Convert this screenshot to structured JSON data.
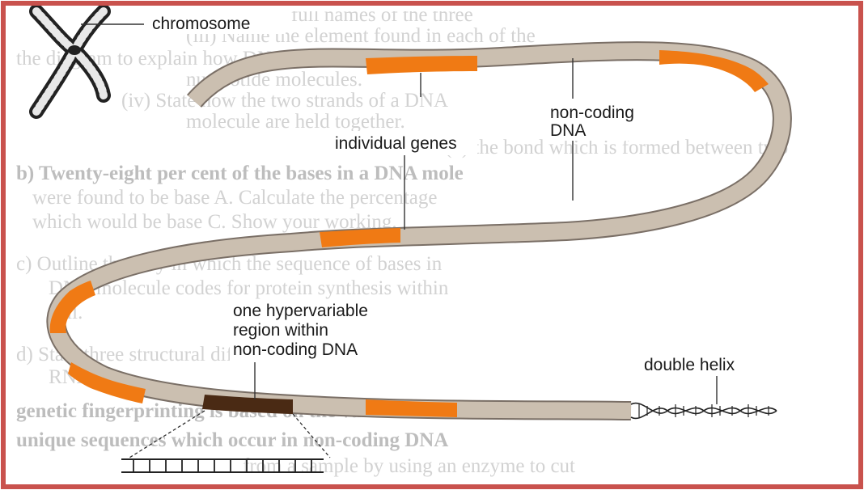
{
  "colors": {
    "border": "#c9524d",
    "strand": "#cbbfb0",
    "strand_edge": "#7a6f66",
    "gene": "#f07a14",
    "hypervariable": "#4a2a14"
  },
  "labels": {
    "chromosome": "chromosome",
    "non_coding_line1": "non-coding",
    "non_coding_line2": "DNA",
    "individual_genes": "individual genes",
    "hypervariable_line1": "one hypervariable",
    "hypervariable_line2": "region within",
    "hypervariable_line3": "non-coding DNA",
    "double_helix": "double helix"
  }
}
